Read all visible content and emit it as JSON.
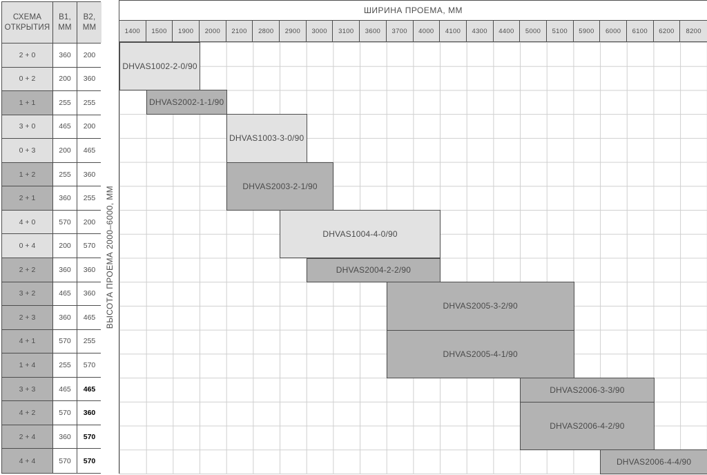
{
  "left_table": {
    "headers": [
      "СХЕМА ОТКРЫТИЯ",
      "В1, ММ",
      "В2, ММ"
    ],
    "rows": [
      {
        "scheme": "2 + 0",
        "b1": "360",
        "b2": "200",
        "shade": "light",
        "b2_bold": false
      },
      {
        "scheme": "0 + 2",
        "b1": "200",
        "b2": "360",
        "shade": "light",
        "b2_bold": false
      },
      {
        "scheme": "1 + 1",
        "b1": "255",
        "b2": "255",
        "shade": "dark",
        "b2_bold": false
      },
      {
        "scheme": "3 + 0",
        "b1": "465",
        "b2": "200",
        "shade": "light",
        "b2_bold": false
      },
      {
        "scheme": "0 + 3",
        "b1": "200",
        "b2": "465",
        "shade": "light",
        "b2_bold": false
      },
      {
        "scheme": "1 + 2",
        "b1": "255",
        "b2": "360",
        "shade": "dark",
        "b2_bold": false
      },
      {
        "scheme": "2 + 1",
        "b1": "360",
        "b2": "255",
        "shade": "dark",
        "b2_bold": false
      },
      {
        "scheme": "4 + 0",
        "b1": "570",
        "b2": "200",
        "shade": "light",
        "b2_bold": false
      },
      {
        "scheme": "0 + 4",
        "b1": "200",
        "b2": "570",
        "shade": "light",
        "b2_bold": false
      },
      {
        "scheme": "2 + 2",
        "b1": "360",
        "b2": "360",
        "shade": "dark",
        "b2_bold": false
      },
      {
        "scheme": "3 + 2",
        "b1": "465",
        "b2": "360",
        "shade": "dark",
        "b2_bold": false
      },
      {
        "scheme": "2 + 3",
        "b1": "360",
        "b2": "465",
        "shade": "dark",
        "b2_bold": false
      },
      {
        "scheme": "4 + 1",
        "b1": "570",
        "b2": "255",
        "shade": "dark",
        "b2_bold": false
      },
      {
        "scheme": "1 + 4",
        "b1": "255",
        "b2": "570",
        "shade": "dark",
        "b2_bold": false
      },
      {
        "scheme": "3 + 3",
        "b1": "465",
        "b2": "465",
        "shade": "dark",
        "b2_bold": true
      },
      {
        "scheme": "4 + 2",
        "b1": "570",
        "b2": "360",
        "shade": "dark",
        "b2_bold": true
      },
      {
        "scheme": "2 + 4",
        "b1": "360",
        "b2": "570",
        "shade": "dark",
        "b2_bold": true
      },
      {
        "scheme": "4 + 4",
        "b1": "570",
        "b2": "570",
        "shade": "dark",
        "b2_bold": true
      }
    ]
  },
  "chart_data": {
    "type": "table",
    "title": "ШИРИНА ПРОЕМА, ММ",
    "y_axis_label": "ВЫСОТА ПРОЕМА 2000–6000, ММ",
    "x_ticks": [
      "1400",
      "1500",
      "1900",
      "2000",
      "2100",
      "2800",
      "2900",
      "3000",
      "3100",
      "3600",
      "3700",
      "4000",
      "4100",
      "4300",
      "4400",
      "5000",
      "5100",
      "5900",
      "6000",
      "6100",
      "6200",
      "8200"
    ],
    "row_categories": [
      "2 + 0",
      "0 + 2",
      "1 + 1",
      "3 + 0",
      "0 + 3",
      "1 + 2",
      "2 + 1",
      "4 + 0",
      "0 + 4",
      "2 + 2",
      "3 + 2",
      "2 + 3",
      "4 + 1",
      "1 + 4",
      "3 + 3",
      "4 + 2",
      "2 + 4",
      "4 + 4"
    ],
    "grid": true,
    "legend": false,
    "blocks": [
      {
        "label": "DHVAS1002-2-0/90",
        "variant": "light",
        "col_start": 0,
        "col_end": 3,
        "row_start": 0,
        "row_end": 2,
        "width_range_mm": "1400–1900",
        "schemes": [
          "2 + 0",
          "0 + 2"
        ]
      },
      {
        "label": "DHVAS2002-1-1/90",
        "variant": "dark",
        "col_start": 1,
        "col_end": 4,
        "row_start": 2,
        "row_end": 3,
        "width_range_mm": "1500–2000",
        "schemes": [
          "1 + 1"
        ]
      },
      {
        "label": "DHVAS1003-3-0/90",
        "variant": "light",
        "col_start": 4,
        "col_end": 7,
        "row_start": 3,
        "row_end": 5,
        "width_range_mm": "2100–2900",
        "schemes": [
          "3 + 0",
          "0 + 3"
        ]
      },
      {
        "label": "DHVAS2003-2-1/90",
        "variant": "dark",
        "col_start": 4,
        "col_end": 8,
        "row_start": 5,
        "row_end": 7,
        "width_range_mm": "2100–3000",
        "schemes": [
          "1 + 2",
          "2 + 1"
        ]
      },
      {
        "label": "DHVAS1004-4-0/90",
        "variant": "light",
        "col_start": 6,
        "col_end": 12,
        "row_start": 7,
        "row_end": 9,
        "width_range_mm": "2900–4000",
        "schemes": [
          "4 + 0",
          "0 + 4"
        ]
      },
      {
        "label": "DHVAS2004-2-2/90",
        "variant": "dark",
        "col_start": 7,
        "col_end": 12,
        "row_start": 9,
        "row_end": 10,
        "width_range_mm": "3000–4000",
        "schemes": [
          "2 + 2"
        ]
      },
      {
        "label": "DHVAS2005-3-2/90",
        "variant": "dark",
        "col_start": 10,
        "col_end": 17,
        "row_start": 10,
        "row_end": 12,
        "width_range_mm": "3700–5100",
        "schemes": [
          "3 + 2",
          "2 + 3"
        ]
      },
      {
        "label": "DHVAS2005-4-1/90",
        "variant": "dark",
        "col_start": 10,
        "col_end": 17,
        "row_start": 12,
        "row_end": 14,
        "width_range_mm": "3700–5100",
        "schemes": [
          "4 + 1",
          "1 + 4"
        ]
      },
      {
        "label": "DHVAS2006-3-3/90",
        "variant": "dark",
        "col_start": 15,
        "col_end": 20,
        "row_start": 14,
        "row_end": 15,
        "width_range_mm": "5000–6100",
        "schemes": [
          "3 + 3"
        ]
      },
      {
        "label": "DHVAS2006-4-2/90",
        "variant": "dark",
        "col_start": 15,
        "col_end": 20,
        "row_start": 15,
        "row_end": 17,
        "width_range_mm": "5000–6100",
        "schemes": [
          "4 + 2",
          "2 + 4"
        ]
      },
      {
        "label": "DHVAS2006-4-4/90",
        "variant": "dark",
        "col_start": 18,
        "col_end": 22,
        "row_start": 17,
        "row_end": 18,
        "width_range_mm": "6000–8200",
        "schemes": [
          "4 + 4"
        ]
      }
    ]
  },
  "colors": {
    "light_fill": "#e2e2e2",
    "dark_fill": "#b3b3b3",
    "header_fill": "#e0e0e0",
    "grid_line": "#cfcfcf",
    "border": "#4d4d4d",
    "text": "#4d4d4d"
  }
}
